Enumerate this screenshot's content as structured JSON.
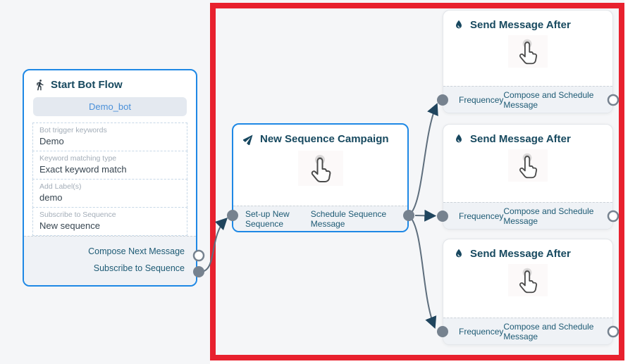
{
  "canvas": {
    "background_color": "#f5f6f8",
    "highlight_border_color": "#e8212e",
    "selected_node_border_color": "#1e88e5",
    "edge_color": "#5e6e7d",
    "port_color": "#76828f",
    "arrow_color": "#20455e"
  },
  "start_node": {
    "title": "Start Bot Flow",
    "icon": "walking-person",
    "bot_name": "Demo_bot",
    "fields": [
      {
        "label": "Bot trigger keywords",
        "value": "Demo"
      },
      {
        "label": "Keyword matching type",
        "value": "Exact keyword match"
      },
      {
        "label": "Add Label(s)",
        "value": "demo"
      },
      {
        "label": "Subscribe to Sequence",
        "value": "New sequence"
      }
    ],
    "outputs": [
      {
        "label": "Compose Next Message",
        "port_style": "open"
      },
      {
        "label": "Subscribe to Sequence",
        "port_style": "filled"
      }
    ]
  },
  "sequence_node": {
    "title": "New Sequence Campaign",
    "icon": "send-campaign",
    "body_image": "click-hand-cursor",
    "input_label": "Set-up New Sequence",
    "output_label": "Schedule Sequence Message"
  },
  "send_node": {
    "title": "Send Message After",
    "icon": "water-drop",
    "body_image": "click-hand-cursor",
    "input_label": "Frequencey",
    "output_label": "Compose and Schedule Message",
    "instance_count": 3
  }
}
